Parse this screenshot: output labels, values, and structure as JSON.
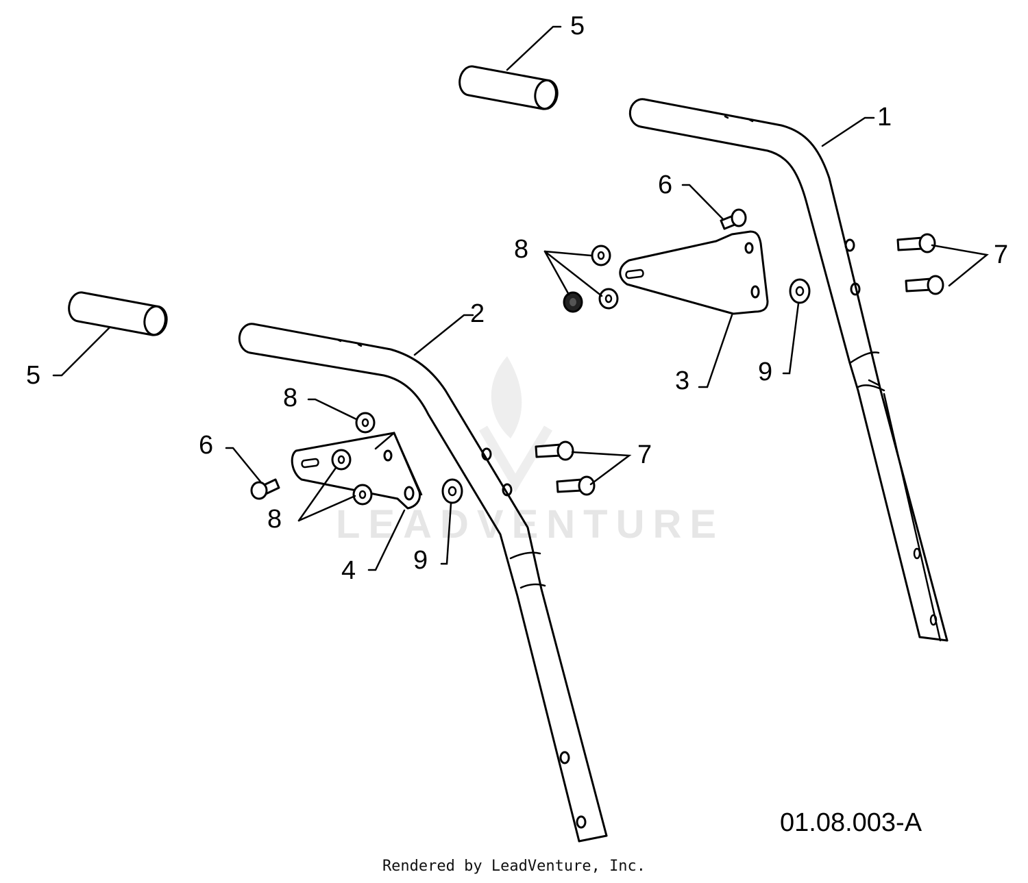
{
  "figure_id": "01.08.003-A",
  "credit": "Rendered by LeadVenture, Inc.",
  "watermark": "LEADVENTURE",
  "callouts": {
    "c1": "1",
    "c2": "2",
    "c3": "3",
    "c4": "4",
    "c5a": "5",
    "c5b": "5",
    "c6a": "6",
    "c6b": "6",
    "c7a": "7",
    "c7b": "7",
    "c8a": "8",
    "c8b": "8",
    "c8c": "8",
    "c9a": "9",
    "c9b": "9"
  }
}
